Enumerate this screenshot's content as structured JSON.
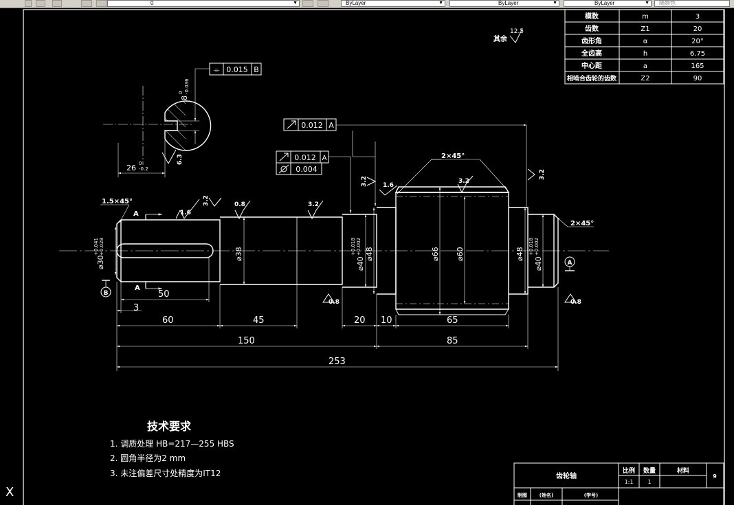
{
  "toolbar": {
    "layer_value": "0",
    "color_value": "ByLayer",
    "linetype_value": "ByLayer",
    "lineweight_value": "ByLayer",
    "plotstyle_value": "随颜色"
  },
  "params_table": [
    {
      "name": "模数",
      "symbol": "m",
      "value": "3"
    },
    {
      "name": "齿数",
      "symbol": "Z1",
      "value": "20"
    },
    {
      "name": "齿形角",
      "symbol": "α",
      "value": "20°"
    },
    {
      "name": "全齿高",
      "symbol": "h",
      "value": "6.75"
    },
    {
      "name": "中心距",
      "symbol": "a",
      "value": "165"
    },
    {
      "name": "相啮合齿轮的齿数",
      "symbol": "Z2",
      "value": "90"
    }
  ],
  "section": {
    "tol_symbol": "⌯",
    "tol_value": "0.015",
    "tol_datum": "B",
    "keyway_width": "8",
    "keyway_width_dev_upper": "0",
    "keyway_width_dev_lower": "-0.036",
    "depth": "26",
    "depth_dev_upper": "0",
    "depth_dev_lower": "-0.2",
    "roughness": "6.3"
  },
  "surface_note": {
    "label": "其余",
    "value": "12.5"
  },
  "fcf": {
    "runout_top": {
      "value": "0.012",
      "datum": "A"
    },
    "runout_mid": {
      "value": "0.012",
      "datum": "A"
    },
    "cylindricity": {
      "value": "0.004"
    }
  },
  "chamfers": {
    "left": "1.5×45°",
    "gear": "2×45°",
    "right": "2×45°"
  },
  "roughness_marks": {
    "r1": "1.6",
    "r2": "3.2",
    "r3": "0.8",
    "r4": "3.2",
    "r5": "3.2",
    "r6": "1.6",
    "r7": "3.2",
    "r8": "3.2",
    "r9": "0.8",
    "r10": "0.8"
  },
  "section_marker": "A",
  "datum_marker": "B",
  "datum_marker_right": "A",
  "diameters": {
    "d30": "⌀30",
    "d30_dev_upper": "+0.041",
    "d30_dev_lower": "+0.028",
    "d38": "⌀38",
    "d40a": "⌀40",
    "d40a_dev_upper": "+0.018",
    "d40a_dev_lower": "+0.002",
    "d48a": "⌀48",
    "d66": "⌀66",
    "d60": "⌀60",
    "d48b": "⌀48",
    "d40b": "⌀40",
    "d40b_dev_upper": "+0.018",
    "d40b_dev_lower": "+0.002"
  },
  "lengths": {
    "l50": "50",
    "l3": "3",
    "l60": "60",
    "l45": "45",
    "l20": "20",
    "l10": "10",
    "l65": "65",
    "l150": "150",
    "l85": "85",
    "l253": "253"
  },
  "tech_req": {
    "title": "技术要求",
    "items": [
      "1.  调质处理  HB=217—255 HBS",
      "2.  圆角半径为2 mm",
      "3.  未注偏差尺寸处精度为IT12"
    ]
  },
  "title_block": {
    "part_name": "齿轮轴",
    "scale_label": "比例",
    "qty_label": "数量",
    "material_label": "材料",
    "scale_value": "1:1",
    "qty_value": "1",
    "drawing_no": "9",
    "row2_a": "制图",
    "row2_b": "(姓名)",
    "row2_c": "(学号)"
  },
  "ucs": {
    "label": "X"
  }
}
